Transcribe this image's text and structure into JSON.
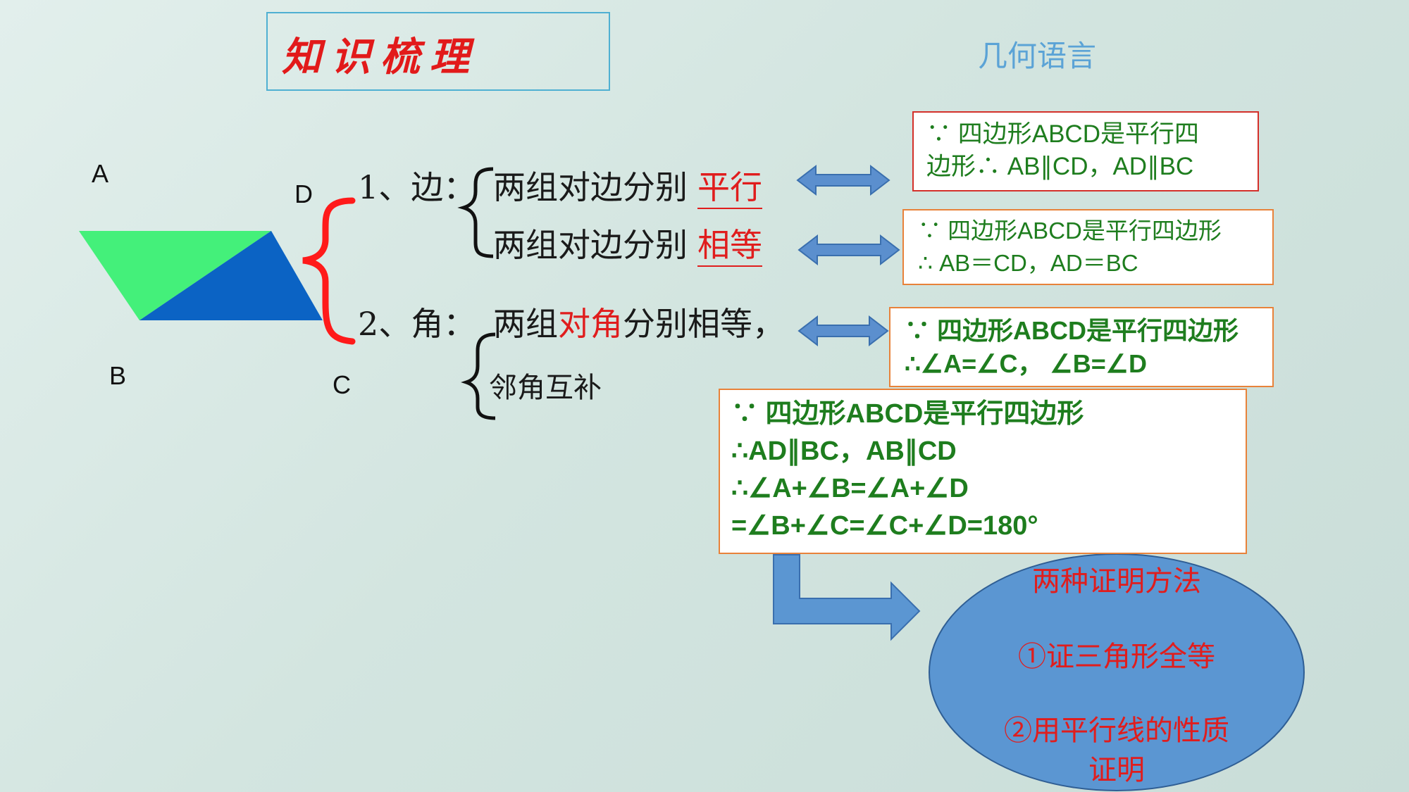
{
  "title": "知识梳理",
  "geo_lang_header": "几何语言",
  "vertices": {
    "a": "A",
    "b": "B",
    "c": "C",
    "d": "D"
  },
  "sides": {
    "heading": "1、边：",
    "line1_prefix": "两组对边分别",
    "line1_key": "平行",
    "line2_prefix": "两组对边分别",
    "line2_key": "相等"
  },
  "angles": {
    "heading": "2、角：",
    "line1_prefix": "两组",
    "line1_key": "对角",
    "line1_suffix": "分别相等，",
    "line2": "邻角互补"
  },
  "boxes": {
    "parallel": "∵  四边形ABCD是平行四\n边形∴ AB∥CD，AD∥BC",
    "equal": "∵  四边形ABCD是平行四边形\n∴ AB＝CD，AD＝BC",
    "angles": "∵  四边形ABCD是平行四边形\n∴∠A=∠C，  ∠B=∠D",
    "supplementary": "∵  四边形ABCD是平行四边形\n∴AD∥BC，AB∥CD\n∴∠A+∠B=∠A+∠D\n=∠B+∠C=∠C+∠D=180°"
  },
  "proof": {
    "title": "两种证明方法",
    "method1": "①证三角形全等",
    "method2": "②用平行线的性质证明"
  },
  "colors": {
    "title_red": "#e21a1a",
    "geo_blue": "#5ba3d6",
    "proof_green": "#1e7d1e",
    "arrow_blue": "#5b8fce",
    "ellipse_blue": "#5b96d2",
    "triangle_green": "#44f07a",
    "triangle_blue": "#0b63c4"
  }
}
